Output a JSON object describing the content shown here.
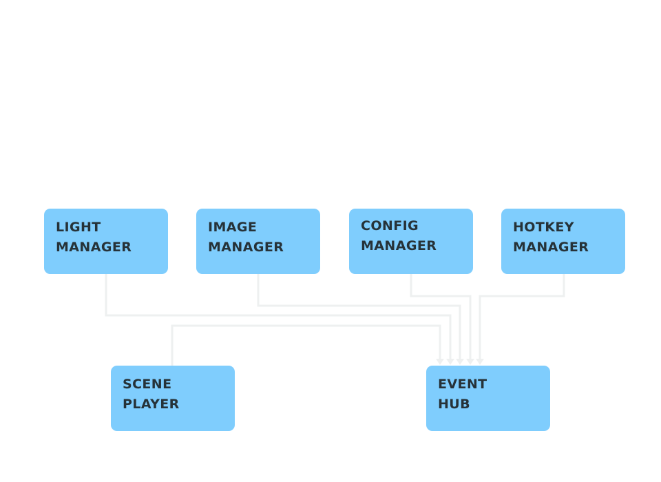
{
  "colors": {
    "node_fill": "#7fcdfd",
    "node_text": "#263238",
    "edge": "#eef0f0",
    "background": "#ffffff"
  },
  "nodes": {
    "light_manager": {
      "line1": "LIGHT",
      "line2": "MANAGER"
    },
    "image_manager": {
      "line1": "IMAGE",
      "line2": "MANAGER"
    },
    "config_manager": {
      "line1": "CONFIG",
      "line2": "MANAGER"
    },
    "hotkey_manager": {
      "line1": "HOTKEY",
      "line2": "MANAGER"
    },
    "scene_player": {
      "line1": "SCENE",
      "line2": "PLAYER"
    },
    "event_hub": {
      "line1": "EVENT",
      "line2": "HUB"
    }
  },
  "edges": [
    {
      "from": "LIGHT MANAGER",
      "to": "EVENT HUB"
    },
    {
      "from": "IMAGE MANAGER",
      "to": "EVENT HUB"
    },
    {
      "from": "CONFIG MANAGER",
      "to": "EVENT HUB"
    },
    {
      "from": "HOTKEY MANAGER",
      "to": "EVENT HUB"
    },
    {
      "from": "SCENE PLAYER",
      "to": "EVENT HUB"
    }
  ]
}
